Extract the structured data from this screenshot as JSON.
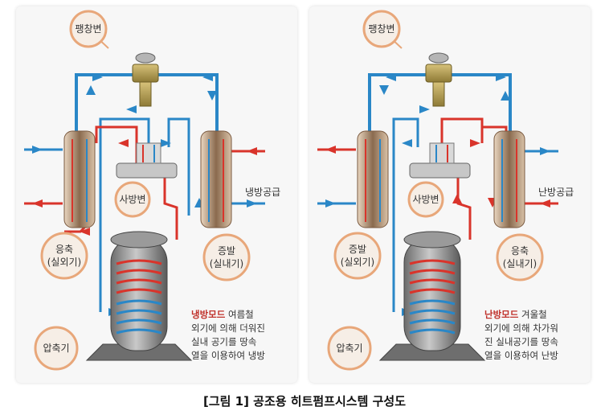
{
  "caption": "[그림 1] 공조용 히트펌프시스템 구성도",
  "colors": {
    "red": "#d9342b",
    "blue": "#2a87c7",
    "bubble_fill": "#f6eee6",
    "bubble_stroke": "#e8a77a"
  },
  "cooling": {
    "expansion_valve": "팽창변",
    "four_way_valve": "사방변",
    "condenser_1": "응축",
    "condenser_2": "(실외기)",
    "evaporator_1": "증발",
    "evaporator_2": "(실내기)",
    "compressor": "압축기",
    "supply": "냉방공급",
    "mode": "냉방모드",
    "line1": " 여름철",
    "line2": "외기에 의해 더워진",
    "line3": "실내 공기를 땅속",
    "line4": "열을 이용하여 냉방",
    "mode_color": "#c0312b"
  },
  "heating": {
    "expansion_valve": "팽창변",
    "four_way_valve": "사방변",
    "evaporator_1": "증발",
    "evaporator_2": "(실외기)",
    "condenser_1": "응축",
    "condenser_2": "(실내기)",
    "compressor": "압축기",
    "supply": "난방공급",
    "mode": "난방모드",
    "line1": " 겨울철",
    "line2": "외기에 의해 차가워",
    "line3": "진 실내공기를 땅속",
    "line4": "열을 이용하여 난방",
    "mode_color": "#c0312b"
  }
}
